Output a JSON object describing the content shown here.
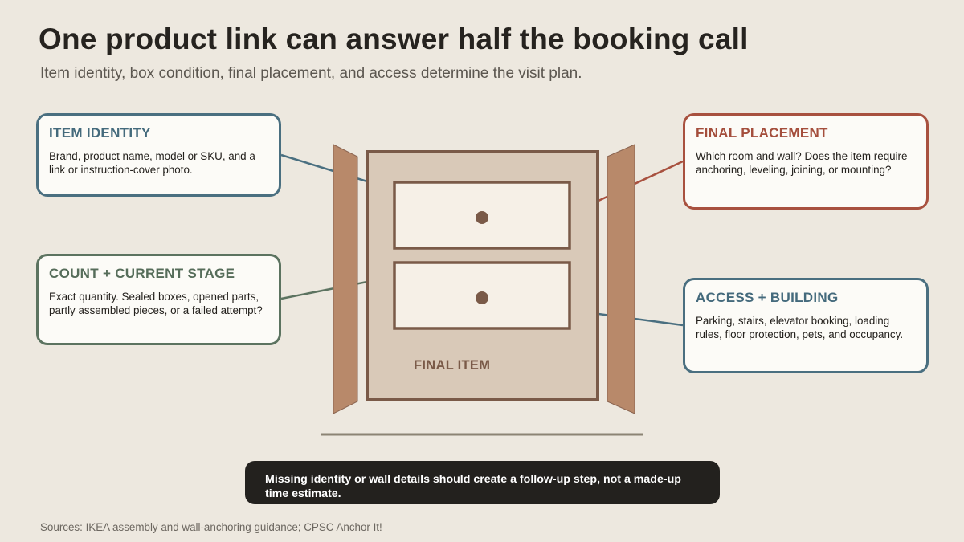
{
  "header": {
    "title": "One product link can answer half the booking call",
    "subtitle": "Item identity, box condition, final placement, and access determine the visit plan."
  },
  "cards": {
    "item_identity": {
      "heading": "ITEM IDENTITY",
      "text": "Brand, product name, model or SKU, and a link or instruction-cover photo."
    },
    "count_stage": {
      "heading": "COUNT + CURRENT STAGE",
      "text": "Exact quantity. Sealed boxes, opened parts, partly assembled pieces, or a failed attempt?"
    },
    "final_placement": {
      "heading": "FINAL PLACEMENT",
      "text": "Which room and wall? Does the item require anchoring, leveling, joining, or mounting?"
    },
    "access_building": {
      "heading": "ACCESS + BUILDING",
      "text": "Parking, stairs, elevator booking, loading rules, floor protection, pets, and occupancy."
    }
  },
  "diagram": {
    "center_label": "FINAL ITEM"
  },
  "callout": {
    "text": "Missing identity or wall details should create a follow-up step, not a made-up time estimate."
  },
  "footer": {
    "sources": "Sources: IKEA assembly and wall-anchoring guidance; CPSC Anchor It!"
  },
  "colors": {
    "background": "#ede8df",
    "blue": "#4a6f80",
    "green": "#5c7360",
    "red": "#a8513f",
    "wood": "#b8896a",
    "cabinet_frame": "#7a5a48",
    "cabinet_fill": "#d9c9b8",
    "drawer_fill": "#f6f0e7",
    "callout_bg": "#23211e"
  }
}
